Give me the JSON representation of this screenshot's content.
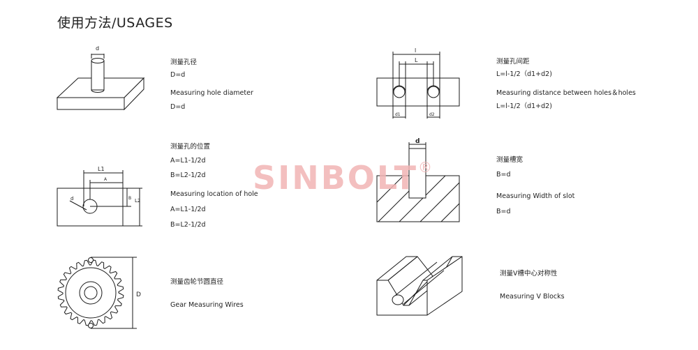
{
  "title": "使用方法/USAGES",
  "watermark": {
    "text": "SINBOLT",
    "mark": "®",
    "color": "#f2b4b4"
  },
  "sections": {
    "hole_diameter": {
      "cn": "测量孔径",
      "formula1": "D=d",
      "en": "Measuring hole diameter",
      "formula2": "D=d",
      "labels": {
        "d": "d"
      }
    },
    "hole_distance": {
      "cn": "测量孔间距",
      "formula1": "L=l-1/2（d1+d2)",
      "en": "Measuring distance between holes＆holes",
      "formula2": "L=l-1/2（d1+d2)",
      "labels": {
        "l": "l",
        "L": "L",
        "d1": "d1",
        "d2": "d2"
      }
    },
    "hole_location": {
      "cn": "测量孔的位置",
      "formula1": "A=L1-1/2d",
      "formula2": "B=L2-1/2d",
      "en": "Measuring location of hole",
      "formula3": "A=L1-1/2d",
      "formula4": "B=L2-1/2d",
      "labels": {
        "L1": "L1",
        "A": "A",
        "B": "B",
        "L2": "L2",
        "d": "d"
      }
    },
    "slot_width": {
      "cn": "测量槽宽",
      "formula1": "B=d",
      "en": "Measuring  Width  of  slot",
      "formula2": "B=d",
      "labels": {
        "d": "d"
      }
    },
    "gear": {
      "cn": "测量齿轮节圆直径",
      "en": "Gear Measuring Wires",
      "labels": {
        "D": "D"
      }
    },
    "v_block": {
      "cn": "测量V槽中心对称性",
      "en": "Measuring  V  Blocks"
    }
  },
  "colors": {
    "line": "#1a1a1a",
    "text": "#222222",
    "background": "#ffffff"
  }
}
